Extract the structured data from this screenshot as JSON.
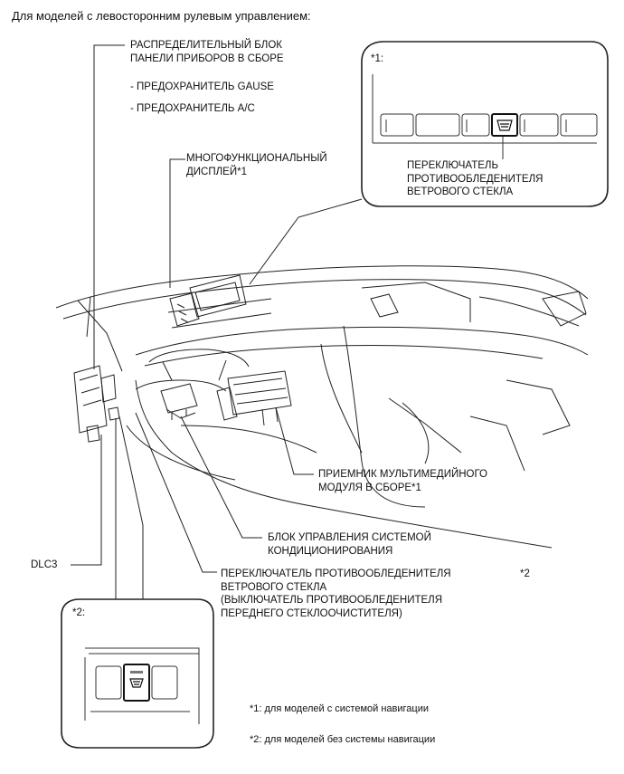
{
  "title": "Для моделей с левосторонним рулевым управлением:",
  "labels": {
    "distribution_block": "РАСПРЕДЕЛИТЕЛЬНЫЙ БЛОК\nПАНЕЛИ ПРИБОРОВ В СБОРЕ",
    "fuse_gause": "- ПРЕДОХРАНИТЕЛЬ GAUSE",
    "fuse_ac": "- ПРЕДОХРАНИТЕЛЬ A/C",
    "multifunction_display": "МНОГОФУНКЦИОНАЛЬНЫЙ\nДИСПЛЕЙ*1",
    "multimedia_receiver": "ПРИЕМНИК МУЛЬТИМЕДИЙНОГО\nМОДУЛЯ В СБОРЕ*1",
    "ac_control": "БЛОК УПРАВЛЕНИЯ СИСТЕМОЙ\nКОНДИЦИОНИРОВАНИЯ",
    "deicer_switch": "ПЕРЕКЛЮЧАТЕЛЬ ПРОТИВООБЛЕДЕНИТЕЛЯ\nВЕТРОВОГО СТЕКЛА\n(ВЫКЛЮЧАТЕЛЬ ПРОТИВООБЛЕДЕНИТЕЛЯ\nПЕРЕДНЕГО СТЕКЛООЧИСТИТЕЛЯ)",
    "deicer_switch_mark": "*2",
    "dlc3": "DLC3"
  },
  "inset1": {
    "marker": "*1:",
    "caption": "ПЕРЕКЛЮЧАТЕЛЬ\nПРОТИВООБЛЕДЕНИТЕЛЯ\nВЕТРОВОГО СТЕКЛА",
    "icon": "windshield-deicer-icon"
  },
  "inset2": {
    "marker": "*2:",
    "icon": "windshield-deicer-icon"
  },
  "footnotes": {
    "note1": "*1: для моделей с системой навигации",
    "note2": "*2: для моделей без системы навигации"
  }
}
